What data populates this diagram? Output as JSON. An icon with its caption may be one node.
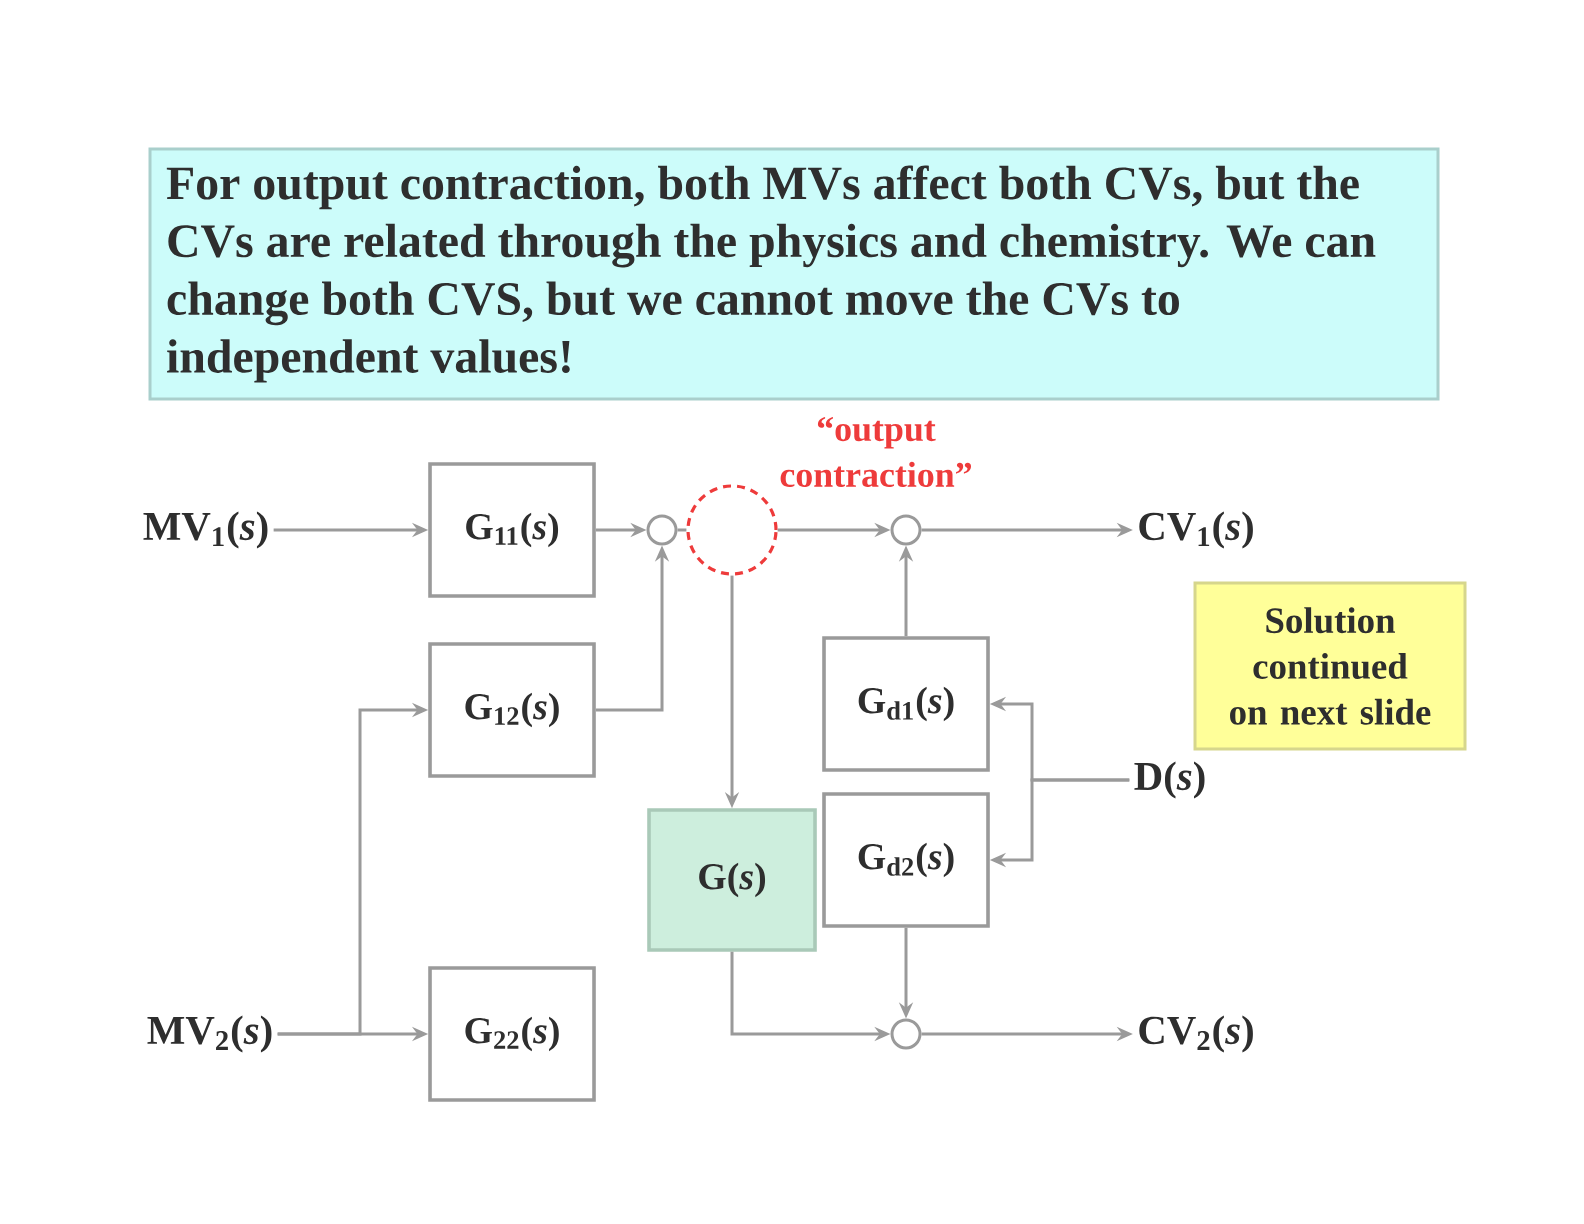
{
  "diagram": {
    "nodes": [
      {
        "text": [
          "For output contraction, both MVs affect both CVs, but the CVs are related through the physics and chemistry. We can change both CVS, but we cannot move the CVs to independent values!"
        ]
      },
      {
        "text": [
          "MV$_{1}$(*s*)"
        ]
      },
      {
        "text": [
          "G$_{11}$(*s*)"
        ]
      },
      {
        "text": [],
        "shape": "circle"
      },
      {
        "text": [],
        "shape": "circle"
      },
      {
        "text": [],
        "shape": "circle"
      },
      {
        "text": [
          "CV$_{1}$(*s*)"
        ]
      },
      {
        "text": [
          "Solution continued on next slide"
        ]
      },
      {
        "text": [
          "G$_{12}$(*s*)"
        ]
      },
      {
        "text": [
          "G$_{d1}$(*s*)"
        ]
      },
      {
        "text": [
          "D(*s*)"
        ]
      },
      {
        "text": [
          "G(*s*)"
        ]
      },
      {
        "text": [
          "G$_{d2}$(*s*)"
        ]
      },
      {
        "text": [
          "MV$_{2}$(*s*)"
        ]
      },
      {
        "text": [
          "G$_{22}$(*s*)"
        ]
      },
      {
        "text": [],
        "shape": "circle"
      },
      {
        "text": [
          "CV$_{2}$(*s*)"
        ]
      }
    ],
    "edges": [
      {
        "from": 1,
        "to": 2,
        "arrow": "to"
      },
      {
        "from": 2,
        "to": 3,
        "arrow": "to"
      },
      {
        "from": 8,
        "to": 3,
        "arrow": "to"
      },
      {
        "from": 3,
        "to": 4,
        "arrow": "none"
      },
      {
        "from": 4,
        "to": 5,
        "arrow": "to"
      },
      {
        "from": 5,
        "to": 6,
        "arrow": "to"
      },
      {
        "from": 9,
        "to": 5,
        "arrow": "to"
      },
      {
        "from": 10,
        "to": 9,
        "arrow": "to"
      },
      {
        "from": 10,
        "to": 12,
        "arrow": "to"
      },
      {
        "from": 4,
        "to": 11,
        "arrow": "to"
      },
      {
        "from": 11,
        "to": 15,
        "arrow": "to"
      },
      {
        "from": 12,
        "to": 15,
        "arrow": "to"
      },
      {
        "from": 15,
        "to": 16,
        "arrow": "to"
      },
      {
        "from": 13,
        "to": 8,
        "arrow": "to"
      },
      {
        "from": 13,
        "to": 14,
        "arrow": "to"
      }
    ],
    "labels": [
      "“output contraction”"
    ]
  }
}
